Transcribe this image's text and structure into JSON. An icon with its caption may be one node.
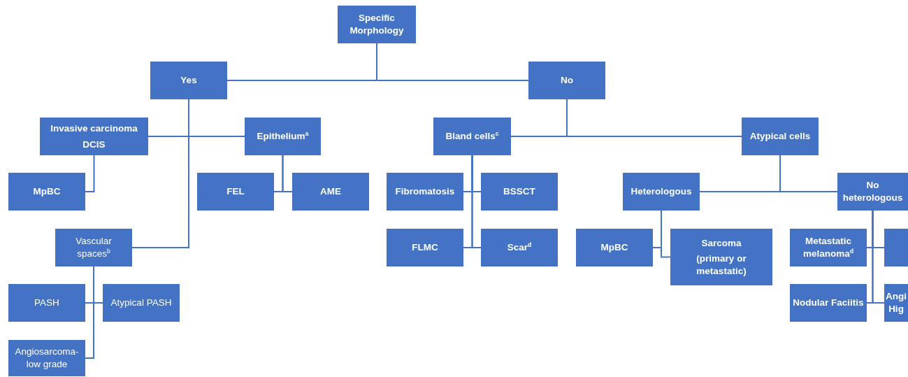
{
  "diagram": {
    "nodes": [
      {
        "text": [
          "Specific Morphology"
        ]
      },
      {
        "text": [
          "Yes"
        ]
      },
      {
        "text": [
          "No"
        ]
      },
      {
        "text": [
          "Invasive carcinoma",
          "DCIS"
        ]
      },
      {
        "text": [
          "Epithelium$^{a}$"
        ]
      },
      {
        "text": [
          "MpBC"
        ]
      },
      {
        "text": [
          "FEL"
        ]
      },
      {
        "text": [
          "AME"
        ]
      },
      {
        "text": [
          "Vascular spaces$^{b}$"
        ]
      },
      {
        "text": [
          "PASH"
        ]
      },
      {
        "text": [
          "Atypical PASH"
        ]
      },
      {
        "text": [
          "Angiosarcoma- low grade"
        ]
      },
      {
        "text": [
          "Bland cells$^{c}$"
        ]
      },
      {
        "text": [
          "Atypical cells"
        ]
      },
      {
        "text": [
          "Fibromatosis"
        ]
      },
      {
        "text": [
          "BSSCT"
        ]
      },
      {
        "text": [
          "FLMC"
        ]
      },
      {
        "text": [
          "Scar$^{d}$"
        ]
      },
      {
        "text": [
          "Heterologous"
        ]
      },
      {
        "text": [
          "No heterologous"
        ]
      },
      {
        "text": [
          "MpBC"
        ]
      },
      {
        "text": [
          "Sarcoma",
          "(primary or metastatic)"
        ]
      },
      {
        "text": [
          "Metastatic melanoma$^{d}$"
        ]
      },
      {
        "text": [],
        "shape": "box"
      },
      {
        "text": [
          "Nodular Faciitis"
        ]
      },
      {
        "text": [
          "Angi Hig"
        ]
      }
    ],
    "edges": [
      {
        "from": 0,
        "to": 1,
        "arrow": "none"
      },
      {
        "from": 0,
        "to": 2,
        "arrow": "none"
      },
      {
        "from": 1,
        "to": 3,
        "arrow": "none"
      },
      {
        "from": 1,
        "to": 4,
        "arrow": "none"
      },
      {
        "from": 1,
        "to": 8,
        "arrow": "none"
      },
      {
        "from": 3,
        "to": 5,
        "arrow": "none"
      },
      {
        "from": 4,
        "to": 6,
        "arrow": "none"
      },
      {
        "from": 4,
        "to": 7,
        "arrow": "none"
      },
      {
        "from": 8,
        "to": 9,
        "arrow": "none"
      },
      {
        "from": 8,
        "to": 10,
        "arrow": "none"
      },
      {
        "from": 8,
        "to": 11,
        "arrow": "none"
      },
      {
        "from": 2,
        "to": 12,
        "arrow": "none"
      },
      {
        "from": 2,
        "to": 13,
        "arrow": "none"
      },
      {
        "from": 12,
        "to": 14,
        "arrow": "none"
      },
      {
        "from": 12,
        "to": 15,
        "arrow": "none"
      },
      {
        "from": 12,
        "to": 16,
        "arrow": "none"
      },
      {
        "from": 12,
        "to": 17,
        "arrow": "none"
      },
      {
        "from": 13,
        "to": 18,
        "arrow": "none"
      },
      {
        "from": 13,
        "to": 19,
        "arrow": "none"
      },
      {
        "from": 18,
        "to": 20,
        "arrow": "none"
      },
      {
        "from": 18,
        "to": 21,
        "arrow": "none"
      },
      {
        "from": 19,
        "to": 22,
        "arrow": "none"
      },
      {
        "from": 19,
        "to": 23,
        "arrow": "none"
      },
      {
        "from": 19,
        "to": 24,
        "arrow": "none"
      },
      {
        "from": 19,
        "to": 25,
        "arrow": "none"
      }
    ]
  }
}
